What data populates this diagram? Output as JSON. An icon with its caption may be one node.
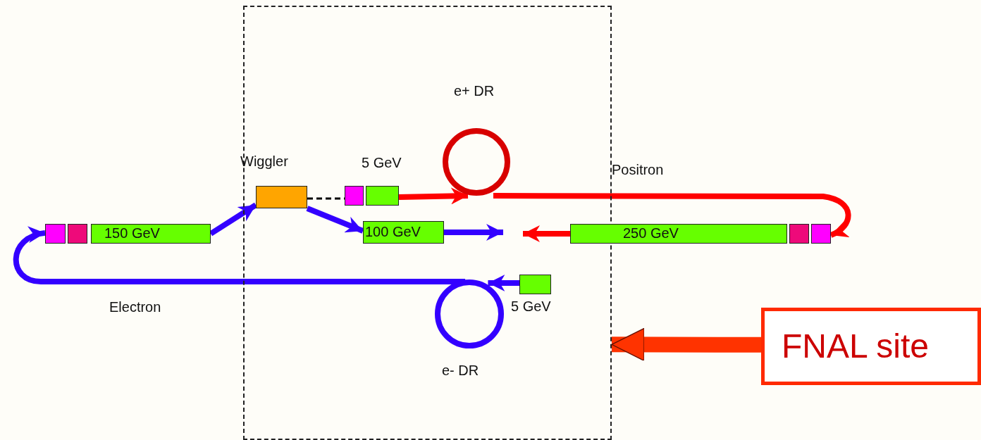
{
  "diagram": {
    "nodes": [
      {
        "text": [],
        "shape": "box"
      },
      {
        "text": [
          "FNAL site"
        ]
      },
      {
        "text": [],
        "shape": "box"
      },
      {
        "text": [],
        "shape": "box"
      },
      {
        "text": [
          "150 GeV"
        ]
      },
      {
        "text": [
          "Wiggler"
        ],
        "in": 0
      },
      {
        "text": [],
        "shape": "box",
        "in": 0
      },
      {
        "text": [
          "5 GeV"
        ],
        "in": 0
      },
      {
        "text": [
          "e+ DR"
        ],
        "in": 0
      },
      {
        "text": [
          "100 GeV"
        ],
        "in": 0
      },
      {
        "text": [
          "250 GeV"
        ]
      },
      {
        "text": [],
        "shape": "box"
      },
      {
        "text": [],
        "shape": "box"
      },
      {
        "text": [
          "5 GeV"
        ],
        "in": 0
      },
      {
        "text": [
          "e- DR"
        ],
        "in": 0
      }
    ],
    "edges": [
      {
        "from": 4,
        "to": 5,
        "arrow": "to"
      },
      {
        "from": 5,
        "to": 6,
        "arrow": "none",
        "style": "dashed",
        "color": "#000000"
      },
      {
        "from": 5,
        "to": 9,
        "arrow": "to"
      },
      {
        "from": 7,
        "to": 8,
        "arrow": "to",
        "color": "#ff0000"
      },
      {
        "from": 8,
        "to": 12,
        "arrow": "to",
        "color": "#ff0000"
      },
      {
        "from": 9,
        "to": null,
        "arrow": "to"
      },
      {
        "from": 10,
        "to": null,
        "arrow": "to",
        "color": "#ff0000"
      },
      {
        "from": 13,
        "to": 14,
        "arrow": "to"
      },
      {
        "from": 14,
        "to": 2,
        "arrow": "to"
      },
      {
        "from": 1,
        "to": 0,
        "arrow": "to",
        "style": "thick",
        "color": "#ff3300"
      }
    ],
    "labels": [
      "Positron",
      "Electron"
    ]
  }
}
